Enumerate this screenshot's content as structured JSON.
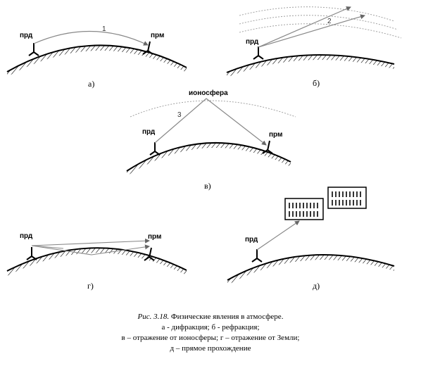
{
  "labels": {
    "transmitter": "прд",
    "receiver": "прм",
    "ionosphere": "ионосфера"
  },
  "panels": [
    {
      "letter": "а)",
      "path_number": "1"
    },
    {
      "letter": "б)",
      "path_number": "2"
    },
    {
      "letter": "в)",
      "path_number": "3"
    },
    {
      "letter": "г)"
    },
    {
      "letter": "д)"
    }
  ],
  "caption": {
    "figure_ref": "Рис. 3.18.",
    "title": "Физические явления в атмосфере.",
    "lines": [
      "а - дифракция; б - рефракция;",
      "в – отражение от ионосферы; г – отражение от Земли;",
      "д – прямое прохождение"
    ]
  }
}
